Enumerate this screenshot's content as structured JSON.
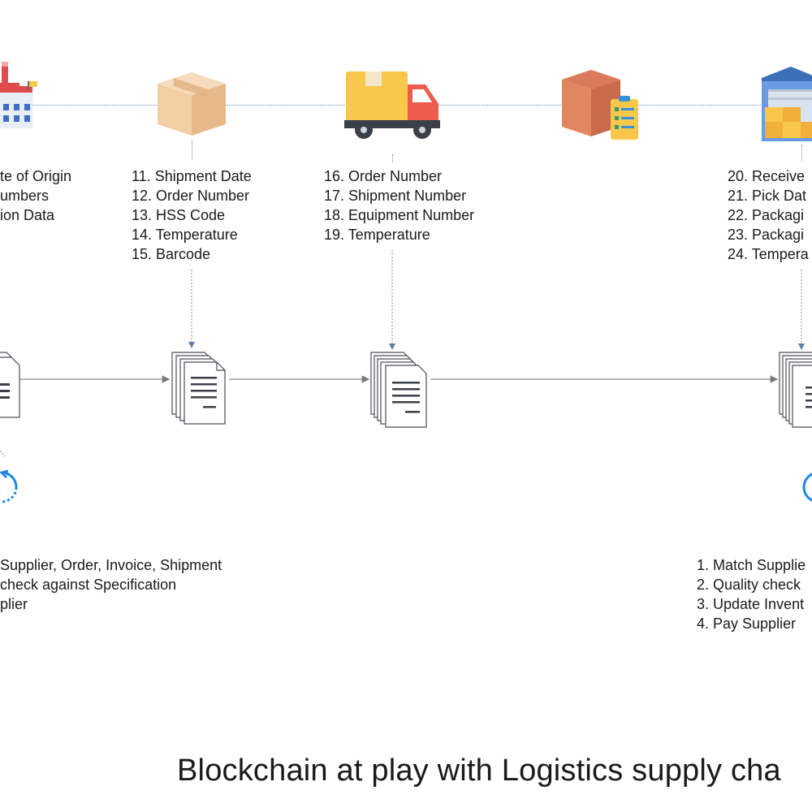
{
  "title": "Blockchain at play with Logistics supply cha",
  "stage_lists": [
    {
      "id": "factory",
      "items": [
        "te of Origin",
        "umbers",
        "ion Data"
      ]
    },
    {
      "id": "box",
      "items": [
        "11. Shipment Date",
        "12. Order Number",
        "13. HSS Code",
        "14. Temperature",
        "15. Barcode"
      ]
    },
    {
      "id": "truck",
      "items": [
        "16. Order Number",
        "17. Shipment Number",
        "18. Equipment Number",
        "19. Temperature"
      ]
    },
    {
      "id": "warehouse",
      "items": [
        "20. Receive",
        "21. Pick Dat",
        "22. Packagi",
        "23. Packagi",
        "24. Tempera"
      ]
    }
  ],
  "process_lists": [
    {
      "id": "left",
      "items": [
        "Supplier, Order, Invoice, Shipment",
        "check against Specification",
        "plier"
      ]
    },
    {
      "id": "right",
      "items": [
        "1. Match Supplie",
        "2. Quality check",
        "3. Update Invent",
        "4. Pay Supplier"
      ]
    }
  ],
  "colors": {
    "accent_blue": "#1e88e5",
    "connector": "#6e8fb3",
    "arrow": "#8c8c8c",
    "truck": "#f9c84a",
    "box": "#f2cfa5"
  },
  "icons": [
    "factory-icon",
    "cardboard-box-icon",
    "delivery-truck-icon",
    "box-checklist-icon",
    "warehouse-icon",
    "document-stack-icon",
    "sync-icon"
  ]
}
